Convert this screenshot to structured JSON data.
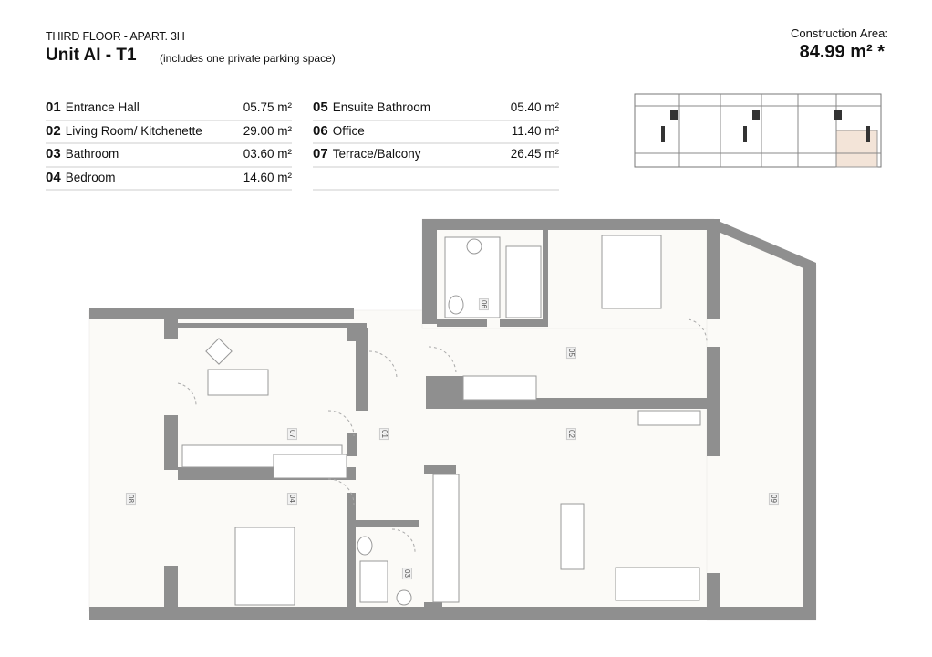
{
  "header": {
    "floor": "THIRD FLOOR - APART. 3H",
    "unit": "Unit AI - T1",
    "note": "(includes one private parking space)",
    "construction_area_label": "Construction Area:",
    "construction_area_value": "84.99 m² *"
  },
  "rooms_left": [
    {
      "num": "01",
      "name": "Entrance Hall",
      "area": "05.75 m²"
    },
    {
      "num": "02",
      "name": "Living Room/ Kitchenette",
      "area": "29.00 m²"
    },
    {
      "num": "03",
      "name": "Bathroom",
      "area": "03.60 m²"
    },
    {
      "num": "04",
      "name": "Bedroom",
      "area": "14.60 m²"
    }
  ],
  "rooms_right": [
    {
      "num": "05",
      "name": "Ensuite Bathroom",
      "area": "05.40 m²"
    },
    {
      "num": "06",
      "name": "Office",
      "area": "11.40 m²"
    },
    {
      "num": "07",
      "name": "Terrace/Balcony",
      "area": "26.45 m²"
    }
  ],
  "plan_labels": [
    "06",
    "05",
    "07",
    "01",
    "02",
    "08",
    "04",
    "03",
    "09"
  ],
  "colors": {
    "wall": "#8f8f8f",
    "floor": "#fbfaf7",
    "highlight": "#f3e4d8"
  }
}
